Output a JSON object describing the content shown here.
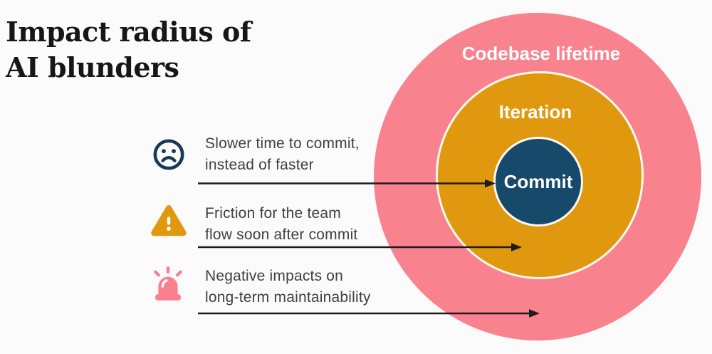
{
  "title": {
    "line1": "Impact radius of",
    "line2": "AI blunders"
  },
  "diagram": {
    "rings": [
      {
        "id": "codebase-lifetime",
        "label": "Codebase lifetime",
        "color": "#F9828F"
      },
      {
        "id": "iteration",
        "label": "Iteration",
        "color": "#E0990F"
      },
      {
        "id": "commit",
        "label": "Commit",
        "color": "#17496B"
      }
    ]
  },
  "annotations": [
    {
      "icon": "sad-face-icon",
      "icon_color": "#16395C",
      "line1": "Slower time to commit,",
      "line2": "instead of faster",
      "arrow_target": "commit"
    },
    {
      "icon": "warning-triangle-icon",
      "icon_color": "#E0990F",
      "line1": "Friction for the team",
      "line2": "flow soon after commit",
      "arrow_target": "iteration"
    },
    {
      "icon": "siren-icon",
      "icon_color": "#F9818E",
      "line1": "Negative impacts on",
      "line2": "long-term maintainability",
      "arrow_target": "codebase-lifetime"
    }
  ],
  "colors": {
    "background": "#fcfbfb",
    "pink": "#F9828F",
    "orange": "#E0990F",
    "navy": "#17496B",
    "icon_navy": "#16395C",
    "icon_pink": "#F9818E",
    "arrow": "#1c1c1c",
    "title_text": "#161616",
    "body_text": "#404040",
    "ring_label_text": "#ffffff"
  }
}
